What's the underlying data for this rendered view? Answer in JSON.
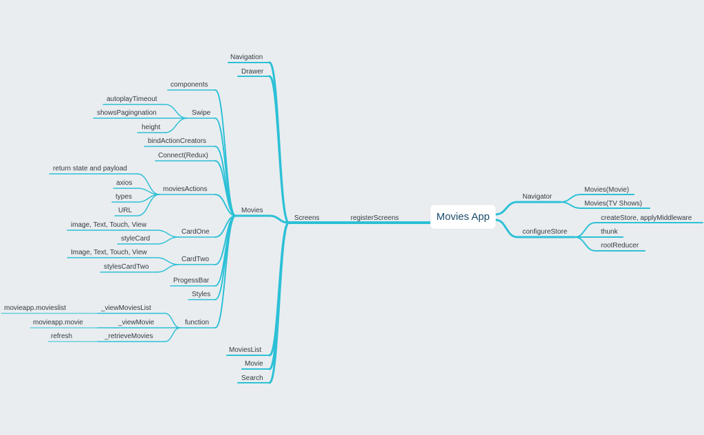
{
  "colors": {
    "background": "#e9edf0",
    "line": "#2cc0d6",
    "root_text": "#1a4a6b",
    "label_text": "#333a40"
  },
  "root": "Movies App",
  "right": {
    "navigator": {
      "label": "Navigator",
      "children": [
        "Movies(Movie)",
        "Movies(TV Shows)"
      ]
    },
    "configureStore": {
      "label": "configureStore",
      "children": [
        "createStore, applyMiddleware",
        "thunk",
        "rootReducer"
      ]
    }
  },
  "registerScreens": "registerScreens",
  "screens": "Screens",
  "screens_top": [
    "Navigation",
    "Drawer"
  ],
  "screens_bottom": [
    "MoviesList",
    "Movie",
    "Search"
  ],
  "movies": {
    "label": "Movies",
    "components": "components",
    "swipe": {
      "label": "Swipe",
      "children": [
        "autoplayTimeout",
        "showsPagingnation",
        "height"
      ]
    },
    "bindActionCreators": "bindActionCreators",
    "connect": "Connect(Redux)",
    "moviesActions": {
      "label": "moviesActions",
      "children": [
        "return state and payload",
        "axios",
        "types",
        "URL"
      ]
    },
    "cardOne": {
      "label": "CardOne",
      "children": [
        "image, Text, Touch, View",
        "styleCard"
      ]
    },
    "cardTwo": {
      "label": "CardTwo",
      "children": [
        "Image, Text, Touch, View",
        "stylesCardTwo"
      ]
    },
    "progessBar": "ProgessBar",
    "styles": "Styles",
    "function": {
      "label": "function",
      "children": [
        {
          "label": "_viewMoviesList",
          "child": "movieapp.movieslist"
        },
        {
          "label": "_viewMovie",
          "child": "movieapp.movie"
        },
        {
          "label": "_retrieveMovies",
          "child": "refresh"
        }
      ]
    }
  }
}
